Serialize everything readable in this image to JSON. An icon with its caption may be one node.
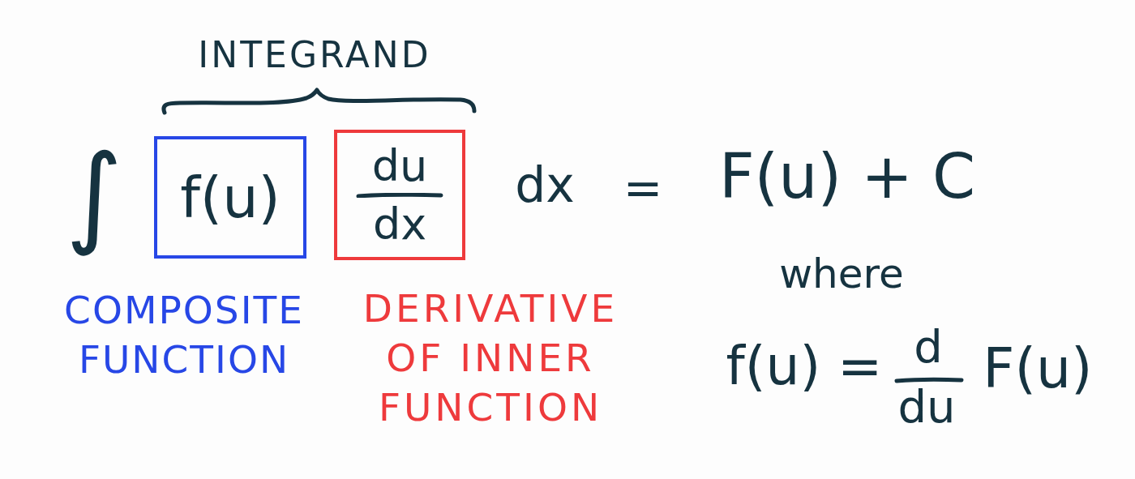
{
  "diagram": {
    "nodes": [
      {
        "text": [
          "f(u)"
        ],
        "beside": [
          "COMPOSITE FUNCTION"
        ]
      },
      {
        "text": [
          "du",
          "dx"
        ],
        "beside": [
          "DERIVATIVE OF INNER FUNCTION"
        ]
      }
    ],
    "labels": [
      "INTEGRAND",
      "∫",
      "dx",
      "=",
      "F(u) + C",
      "where",
      "f(u) =",
      "d",
      "du",
      "F(u)"
    ]
  }
}
